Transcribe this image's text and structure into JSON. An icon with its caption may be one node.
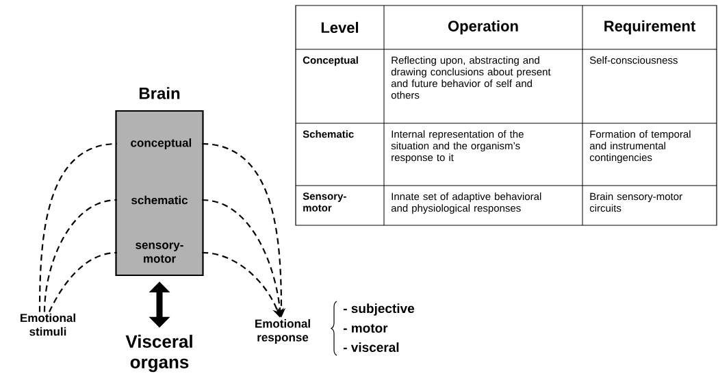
{
  "diagram": {
    "nodes": [
      {
        "text": [
          "Brain"
        ]
      },
      {
        "text": [
          "conceptual"
        ],
        "in": 0
      },
      {
        "text": [
          "schematic"
        ],
        "in": 0
      },
      {
        "text": [
          "sensory- motor"
        ],
        "in": 0
      },
      {
        "text": [
          "Emotional stimuli"
        ]
      },
      {
        "text": [
          "Emotional response"
        ],
        "beside": [
          "- subjective",
          "- motor",
          "- visceral"
        ]
      },
      {
        "text": [
          "Visceral organs"
        ]
      }
    ],
    "edges": [
      {
        "from": 4,
        "to": 1,
        "arrow": "none",
        "style": "dashed"
      },
      {
        "from": 4,
        "to": 2,
        "arrow": "none",
        "style": "dashed"
      },
      {
        "from": 4,
        "to": 3,
        "arrow": "none",
        "style": "dashed"
      },
      {
        "from": 1,
        "to": 5,
        "arrow": "to",
        "style": "dashed"
      },
      {
        "from": 2,
        "to": 5,
        "arrow": "to",
        "style": "dashed"
      },
      {
        "from": 3,
        "to": 5,
        "arrow": "to",
        "style": "dashed"
      },
      {
        "from": 0,
        "to": 6,
        "arrow": "both",
        "style": "thick"
      }
    ],
    "labels": [
      "Level",
      "Operation",
      "Requirement",
      "Conceptual",
      "Reflecting upon, abstracting and drawing conclusions about present and future behavior of self and others",
      "Self-consciousness",
      "Schematic",
      "Internal representation of the situation and the organism’s response to it",
      "Formation of temporal and instrumental contingencies",
      "Sensory- motor",
      "Innate set of adaptive behavioral and physiological responses",
      "Brain sensory-motor circuits"
    ]
  }
}
